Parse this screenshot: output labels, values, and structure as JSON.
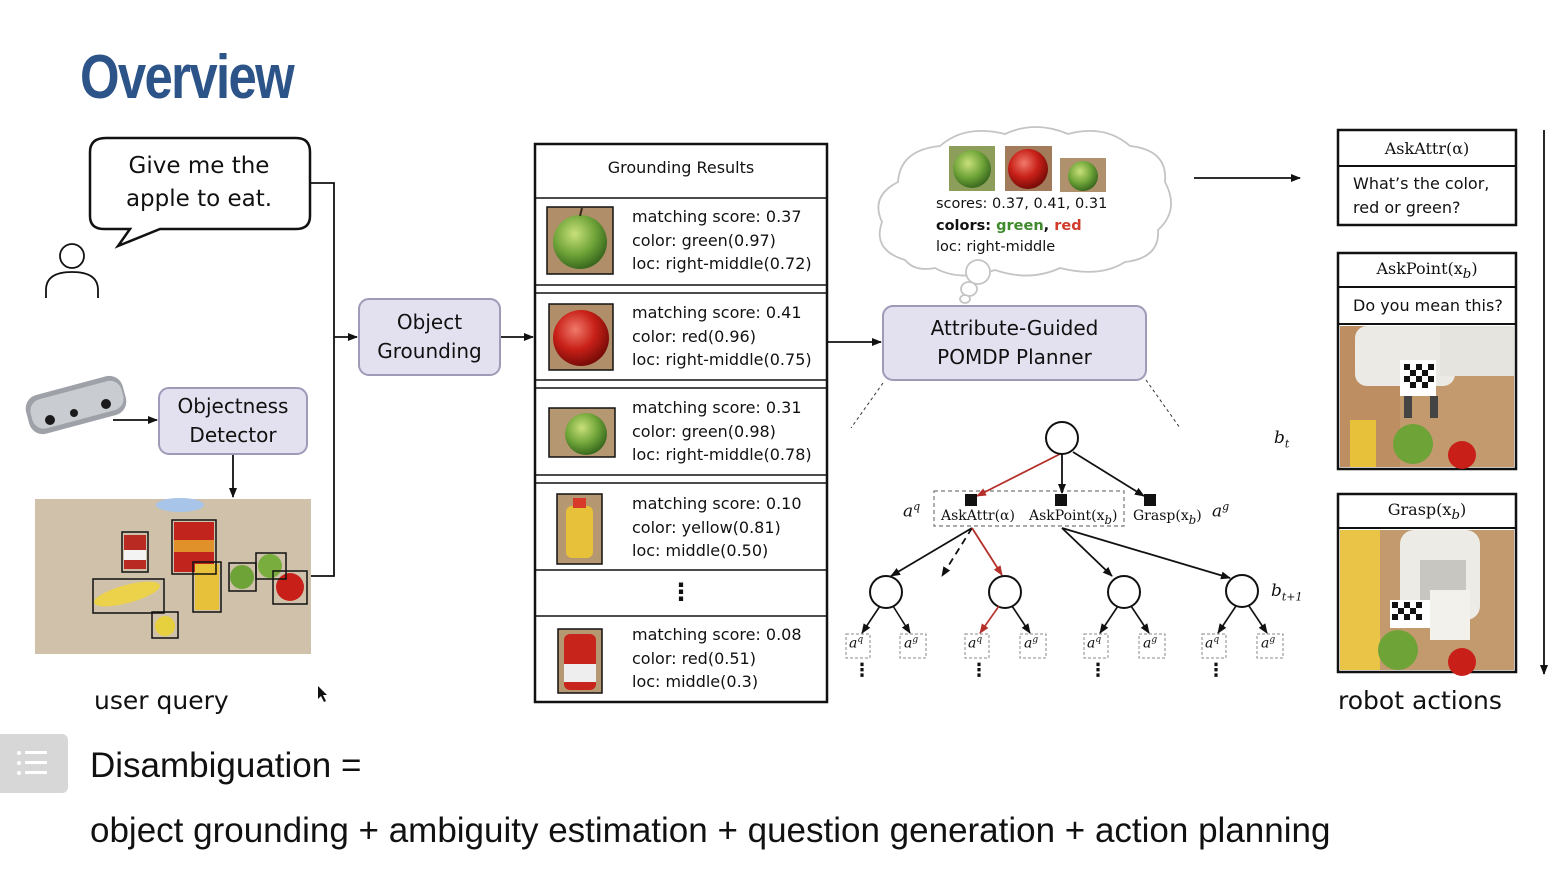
{
  "title": "Overview",
  "speech_bubble": {
    "line1": "Give me the",
    "line2": "apple to eat."
  },
  "object_grounding": {
    "line1": "Object",
    "line2": "Grounding"
  },
  "objectness_detector": {
    "line1": "Objectness",
    "line2": "Detector"
  },
  "user_query_caption": "user query",
  "grounding_results": {
    "header": "Grounding Results",
    "ellipsis": "⋮",
    "rows": [
      {
        "score": "matching score: 0.37",
        "color": "color: green(0.97)",
        "loc": "loc: right-middle(0.72)"
      },
      {
        "score": "matching score: 0.41",
        "color": "color: red(0.96)",
        "loc": "loc: right-middle(0.75)"
      },
      {
        "score": "matching score: 0.31",
        "color": "color: green(0.98)",
        "loc": "loc: right-middle(0.78)"
      },
      {
        "score": "matching score: 0.10",
        "color": "color: yellow(0.81)",
        "loc": "loc: middle(0.50)"
      },
      {
        "score": "matching score: 0.08",
        "color": "color: red(0.51)",
        "loc": "loc: middle(0.3)"
      }
    ]
  },
  "thought_cloud": {
    "scores": "scores: 0.37, 0.41, 0.31",
    "colors_label": "colors: ",
    "color_green": "green",
    "comma": ", ",
    "color_red": "red",
    "loc": "loc: right-middle"
  },
  "planner": {
    "line1": "Attribute-Guided",
    "line2": "POMDP Planner"
  },
  "tree": {
    "ask_attr": "AskAttr(α)",
    "ask_point": "AskPoint(x",
    "grasp": "Grasp(x",
    "sub_b": "b",
    "close_paren": ")",
    "leaf_q": "a",
    "sup_q": "q",
    "sup_g": "g",
    "b_t": "b",
    "sub_t": "t",
    "sub_t1": "t+1",
    "dots": "⋮"
  },
  "actions": {
    "ask_attr_title": "AskAttr(α)",
    "ask_attr_q1": "What’s the color,",
    "ask_attr_q2": "red or green?",
    "ask_point_title": "AskPoint(x",
    "ask_point_q": "Do you mean this?",
    "grasp_title": "Grasp(x",
    "sub_b": "b",
    "close_paren": ")"
  },
  "robot_actions_caption": "robot actions",
  "bottom": {
    "line1": "Disambiguation =",
    "line2": "object grounding + ambiguity estimation + question generation + action planning"
  },
  "colors": {
    "title": "#2c5488",
    "box_fill": "#e3e1f0",
    "box_border": "#9d9bb8",
    "red_edge": "#b5302a",
    "green_text": "#3e8a2c",
    "red_text": "#d23a2a"
  }
}
